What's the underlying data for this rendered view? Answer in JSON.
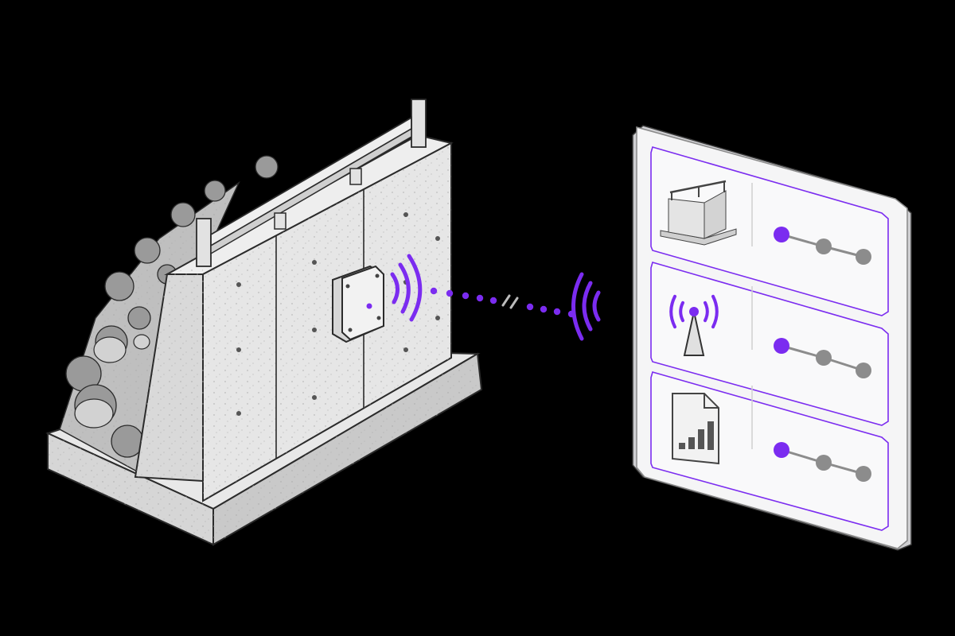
{
  "colors": {
    "background": "#000000",
    "accent": "#7b2cf0",
    "concrete": "#e4e4e4",
    "concrete_dark": "#bdbdbd",
    "outline": "#2b2b2b",
    "panel": "#f5f5f6",
    "node_inactive": "#8c8c8c"
  },
  "scene": {
    "retaining_wall": {
      "icon": "retaining-wall-icon",
      "has_guardrail": true,
      "has_vegetation": true
    },
    "sensor": {
      "icon": "wireless-sensor-icon"
    },
    "link": {
      "icon": "wireless-link-icon",
      "style": "dotted",
      "break_marker": true
    }
  },
  "dashboard": {
    "rows": [
      {
        "icon": "retaining-wall-icon",
        "progress_nodes": 3,
        "active_nodes": 1
      },
      {
        "icon": "antenna-tower-icon",
        "progress_nodes": 3,
        "active_nodes": 1
      },
      {
        "icon": "report-chart-icon",
        "progress_nodes": 3,
        "active_nodes": 1
      }
    ]
  }
}
